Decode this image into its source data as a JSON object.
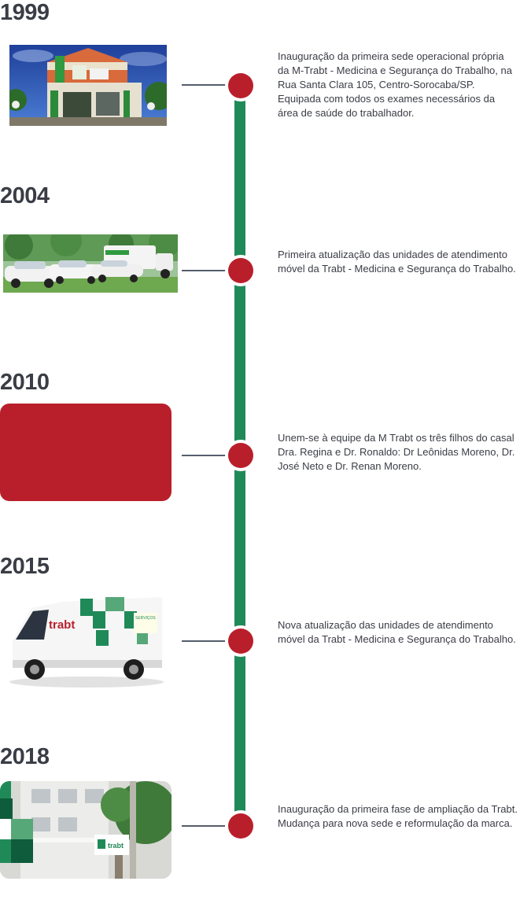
{
  "colors": {
    "accent_green": "#1f8a58",
    "accent_red": "#b91f2b",
    "text": "#3a3d45"
  },
  "timeline": [
    {
      "year": "1999",
      "text": "Inauguração da primeira sede operacional própria da M-Trabt - Medicina e Segurança do Trabalho, na Rua Santa Clara 105, Centro-Sorocaba/SP. Equipada com todos os exames necessários da área de saúde do trabalhador."
    },
    {
      "year": "2004",
      "text": "Primeira atualização das unidades de atendimento móvel da Trabt - Medicina e Segurança do Trabalho."
    },
    {
      "year": "2010",
      "text": "Unem-se à equipe da M Trabt os três filhos do casal Dra. Regina e Dr. Ronaldo: Dr Leônidas Moreno, Dr. José Neto e Dr. Renan Moreno."
    },
    {
      "year": "2015",
      "text": "Nova atualização das unidades de atendimento móvel da Trabt - Medicina e Segurança do Trabalho."
    },
    {
      "year": "2018",
      "text": "Inauguração da primeira fase de ampliação da Trabt. Mudança para nova sede e reformulação da marca."
    }
  ],
  "photos": {
    "van_brand": "trabt",
    "van_side_text": "SERVIÇOS",
    "sign_brand": "trabt"
  }
}
